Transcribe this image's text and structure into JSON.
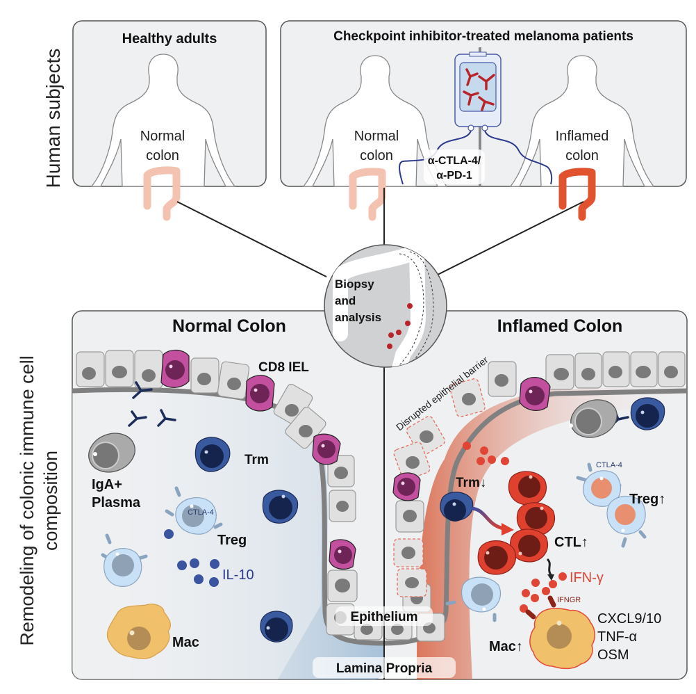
{
  "row_labels": {
    "top": "Human subjects",
    "bottom_line1": "Remodeling of colonic immune cell",
    "bottom_line2": "composition"
  },
  "panels": {
    "healthy": {
      "title": "Healthy adults",
      "colon_label_1": "Normal",
      "colon_label_2": "colon"
    },
    "patients": {
      "title": "Checkpoint inhibitor-treated melanoma patients",
      "left_label_1": "Normal",
      "left_label_2": "colon",
      "right_label_1": "Inflamed",
      "right_label_2": "colon",
      "drug_line1": "α-CTLA-4/",
      "drug_line2": "α-PD-1"
    }
  },
  "biopsy": {
    "line1": "Biopsy",
    "line2": "and",
    "line3": "analysis"
  },
  "normal_colon": {
    "title": "Normal Colon",
    "labels": {
      "cd8_iel": "CD8 IEL",
      "trm": "Trm",
      "iga_plasma_1": "IgA+",
      "iga_plasma_2": "Plasma",
      "ctla4": "CTLA-4",
      "treg": "Treg",
      "il10": "IL-10",
      "mac": "Mac"
    }
  },
  "inflamed_colon": {
    "title": "Inflamed Colon",
    "labels": {
      "disrupted_barrier": "Disrupted epithelial barrier",
      "trm": "Trm↓",
      "ctla4": "CTLA-4",
      "treg": "Treg↑",
      "ctl": "CTL↑",
      "ifng": "IFN-γ",
      "ifngr": "IFNGR",
      "mac": "Mac↑",
      "cytokine_1": "CXCL9/10",
      "cytokine_2": "TNF-α",
      "cytokine_3": "OSM"
    }
  },
  "layer_labels": {
    "epithelium": "Epithelium",
    "lamina_propria": "Lamina Propria"
  },
  "colors": {
    "panel_bg": "#eff0f2",
    "panel_border": "#555555",
    "normal_colon_light": "#f3c2b0",
    "inflamed_colon": "#e0532e",
    "iel_pink": "#c2509f",
    "iel_core": "#6e2456",
    "trm_blue": "#3a5aa0",
    "trm_core": "#15244d",
    "treg_light": "#c9e1f6",
    "ctl_red": "#e0402e",
    "ctl_core": "#6e1d16",
    "mac_orange": "#f0c06a",
    "il10_blue": "#3b54a0",
    "ifng_red": "#e04535",
    "antibody_navy": "#1c2d5a",
    "drug_red": "#b8242a",
    "iv_tube": "#2b3a8c"
  }
}
